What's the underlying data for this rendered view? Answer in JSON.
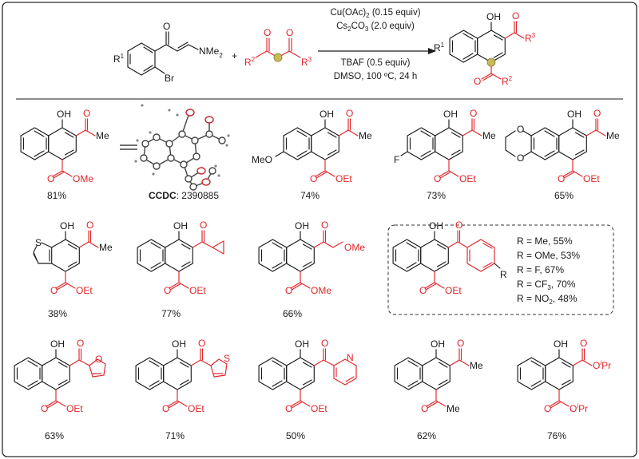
{
  "reaction": {
    "conditions": [
      "Cu(OAc)2 (0.15 equiv)",
      "Cs2CO3 (2.0 equiv)",
      "TBAF (0.5 equiv)",
      "DMSO, 100 ºC, 24 h"
    ],
    "sm_labels": {
      "r1": "R1",
      "br": "Br",
      "nme2": "NMe2",
      "r2": "R2",
      "r3": "R3",
      "plus": "+"
    },
    "product_labels": {
      "oh": "OH",
      "r1": "R1",
      "r2": "R2",
      "r3": "R3"
    }
  },
  "ccdc": {
    "label": "CCDC",
    "number": ": 2390885"
  },
  "products": [
    {
      "id": "p1",
      "yield": "81%",
      "acyl": "Me",
      "ester": "OMe"
    },
    {
      "id": "p2",
      "yield": "74%",
      "acyl": "Me",
      "ester": "OEt",
      "sub": "MeO"
    },
    {
      "id": "p3",
      "yield": "73%",
      "acyl": "Me",
      "ester": "OEt",
      "sub": "F"
    },
    {
      "id": "p4",
      "yield": "65%",
      "acyl": "Me",
      "ester": "OEt"
    },
    {
      "id": "p5",
      "yield": "38%",
      "acyl": "Me",
      "ester": "OEt",
      "hetero": "S"
    },
    {
      "id": "p6",
      "yield": "77%",
      "ester": "OEt"
    },
    {
      "id": "p7",
      "yield": "66%",
      "acyl": "OMe",
      "ester": "OMe"
    },
    {
      "id": "p8",
      "yield": "63%",
      "ester": "OEt",
      "hetero": "O"
    },
    {
      "id": "p9",
      "yield": "71%",
      "ester": "OEt",
      "hetero": "S"
    },
    {
      "id": "p10",
      "yield": "50%",
      "ester": "OEt",
      "hetero": "N"
    },
    {
      "id": "p11",
      "yield": "62%",
      "acyl": "Me",
      "acyl2": "Me"
    },
    {
      "id": "p12",
      "yield": "76%",
      "acyl": "OiPr",
      "ester": "OiPr"
    }
  ],
  "aryl_series": {
    "ester": "OEt",
    "r": "R",
    "entries": [
      "R = Me, 55%",
      "R = OMe, 53%",
      "R = F, 67%",
      "R = CF3, 70%",
      "R = NO2, 48%"
    ]
  },
  "oh_label": "OH",
  "colors": {
    "accent": "#e0262b",
    "ink": "#1a1a1a",
    "ball": "#c8b95a"
  }
}
